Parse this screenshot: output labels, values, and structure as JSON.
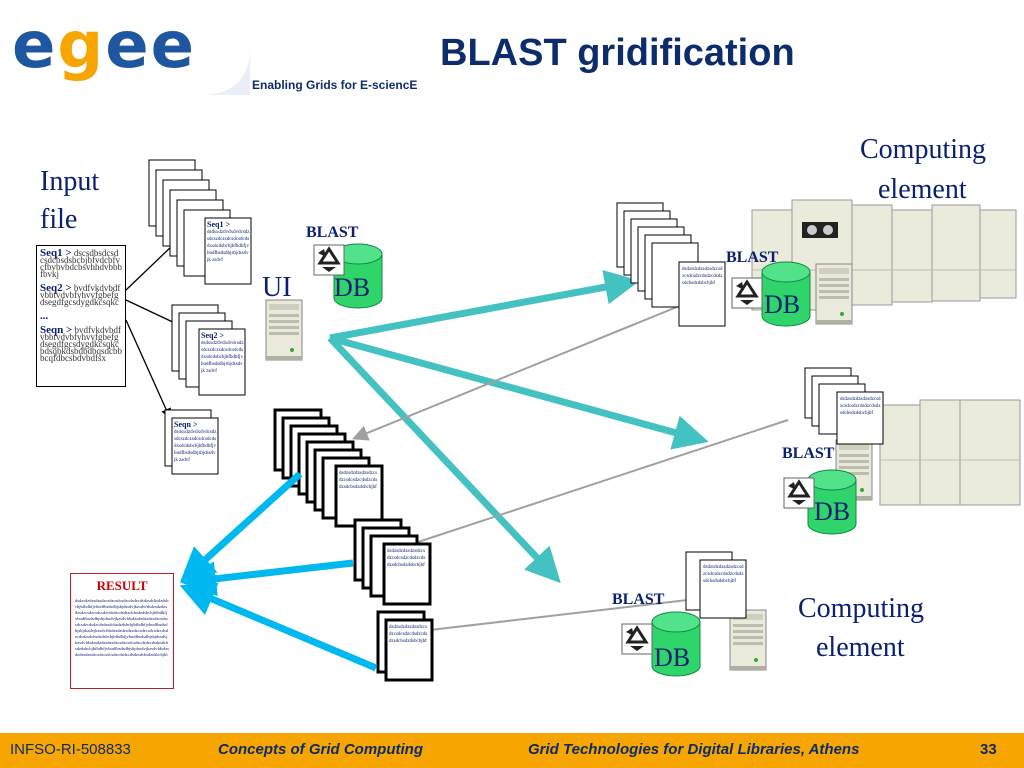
{
  "header": {
    "logo": "egee",
    "tagline": "Enabling Grids for E-sciencE",
    "title": "BLAST gridification"
  },
  "diagram": {
    "input_label": "Input\nfile",
    "ui_label": "UI",
    "blast_label": "BLAST",
    "db_label": "DB",
    "ce_label_top": "Computing\nelement",
    "ce_label_bottom": "Computing\nelement",
    "input_file": {
      "seq1_head": "Seq1 >",
      "seq1_text": "dscsdbsdcsdcsdcbsdsbcbjbfvdcbfvcfbvbvbdcbsvhhdvbbbfbvkj",
      "seq2_head": "Seq2 >",
      "seq2_text": "bvdfvkdvbdfvbbtvdvbfvhvvfgbefgdsegdfgcsdygdkcsqkc",
      "ellipsis": "...",
      "seqn_head": "Seqn >",
      "seqn_text": "bvdfvkdvbdfvbbtvdvbfvhvvfgbefgdsegdfgcsdygdkcsqkcbdsqbkdsbdbdbqsdcbbbcqfdbcsbdvbdfsx"
    },
    "chunks": {
      "seq1": "Seq1 >",
      "seq1_text": "dsdsxdzdvdxdvdcsdzsdcszdczsdcsdcsdcdsdxsdcdsbcbjbfbdbfjvbudfbsdsdbjsbjdssdvjk zsdvf",
      "seq2": "Seq2 >",
      "seq2_text": "dsdsxdzdvdxdvdcsdzsdcszdczsdcsdcsdcdsdxsdcdsbcbjbfbdbfjvbudfbsdsdbjsbjdssdvjk zsdvf",
      "seqn": "Seqn >",
      "seqn_text": "dsdsxdzdvdxdvdcsdzsdcszdczsdcsdcsdcdsdxsdcdsbcbjbfbdbfjvbudfbsdsdbjsbjdssdvjk zsdvf"
    },
    "output_doc_text": "dsdzsdzdzsdzsdzcsdzcsdcsdzcdsdzcdsdzsdcbsdzdsbcbjbf",
    "result": {
      "title": "RESULT",
      "body": "dsdzsdzdzsdzsdzcsdzcsdcsdzcdsdzcdsdzsdcbsdzdsbcbjbfbdbfjvbudfbsdsdbjsbjdssdvjkzsdvfdsdzsdzdzsdzsdzcsdzcsdcsdzcdsdzcdsdzsdcbsdzdsbcbjbfbdbfjvbudfbsdsdbjsbjdssdvjkzsdvfdsdzsdzdzsdzsdzcsdzcsdcsdzcdsdzcdsdzsdcbsdzdsbcbjbfbdbfjvbudfbsdsdbjsbjdssdvjkzsdvfdsdzsdzdzsdzsdzcsdzcsdcsdzcdsdzcdsdzsdcbsdzdsbcbjbfbdbfjvbudfbsdsdbjsbjdssdvjkzsdvfdsdzsdzdzsdzsdzcsdzcsdcsdzcdsdzcdsdzsdcbsdzdsbcbjbfbdbfjvbudfbsdsdbjsbjdssdvjkzsdvfdsdzsdzdzsdzsdzcsdzcsdcsdzcdsdzcdsdzsdcbsdzdsbcbjbf"
    },
    "colors": {
      "teal": "#44c1c1",
      "cyan": "#00b8f0",
      "gray": "#a0a0a0",
      "navy": "#0a2070"
    }
  },
  "footer": {
    "id": "INFSO-RI-508833",
    "course": "Concepts of Grid Computing",
    "event": "Grid Technologies for Digital Libraries, Athens",
    "page": "33"
  }
}
